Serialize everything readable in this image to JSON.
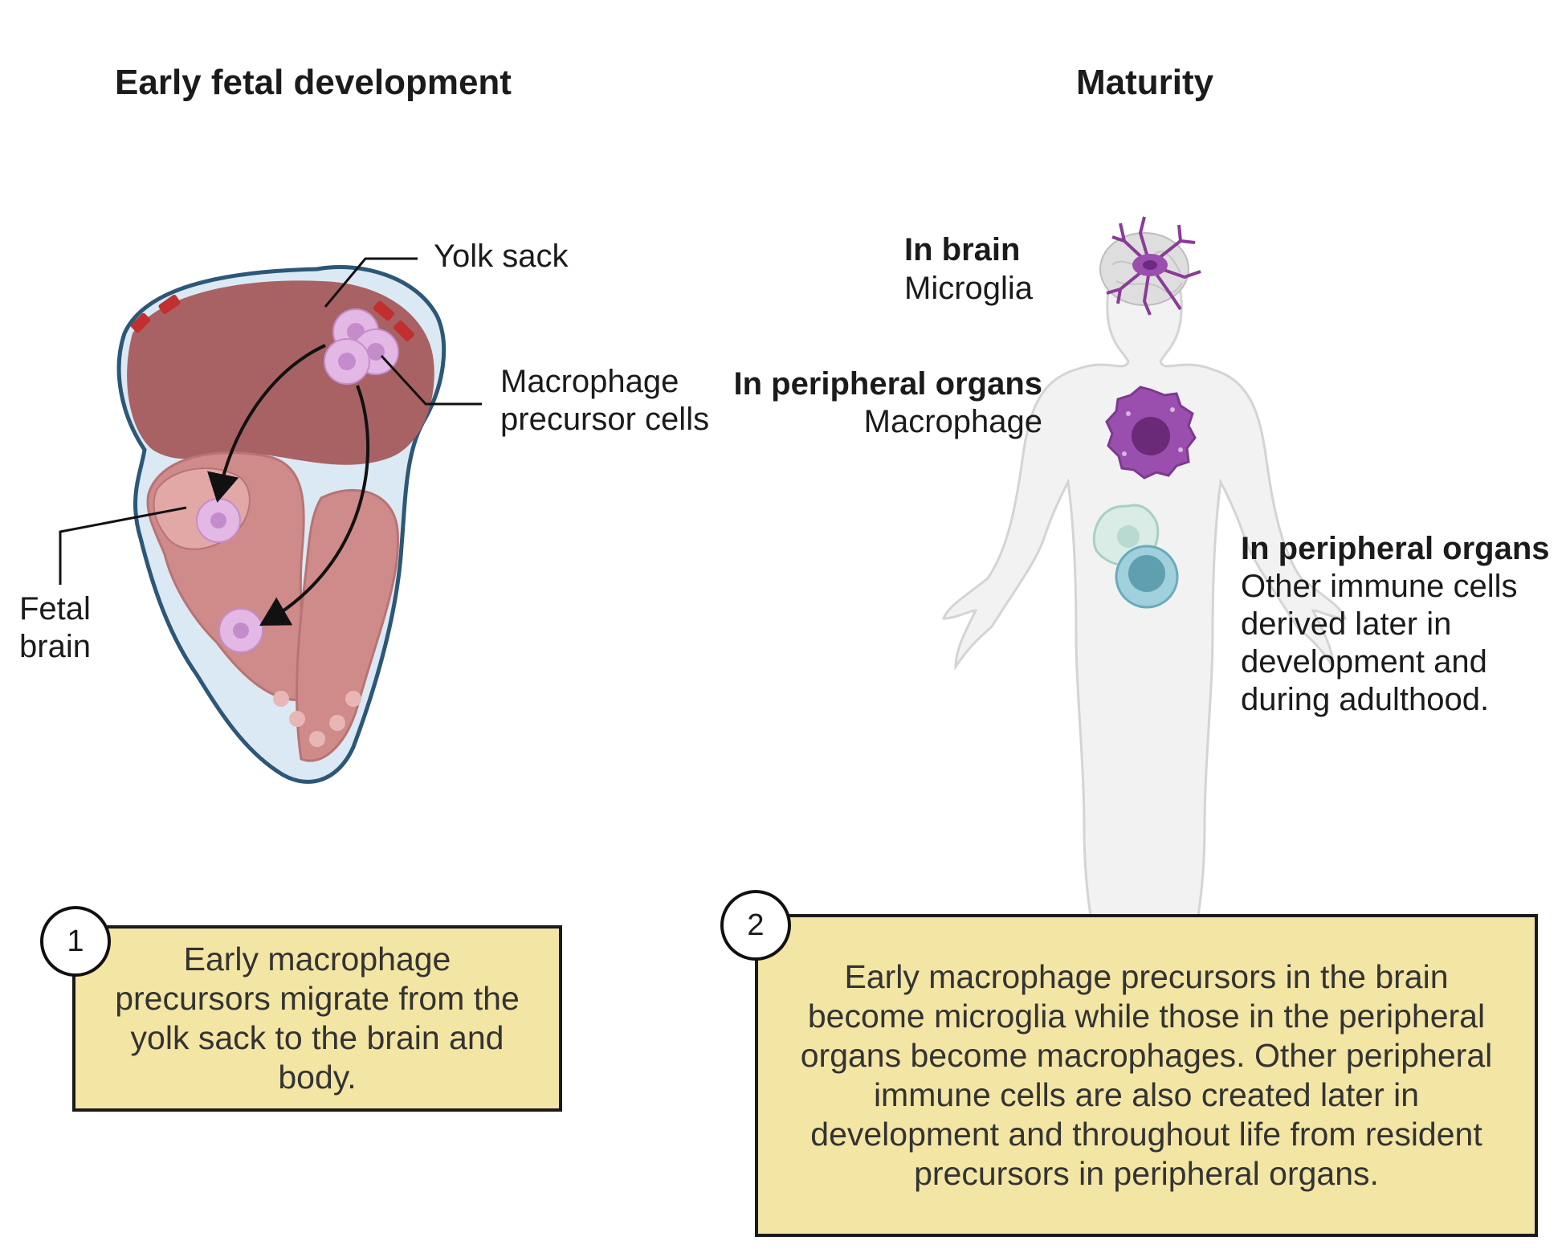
{
  "left_panel": {
    "title": "Early fetal development",
    "labels": {
      "yolk_sack": "Yolk sack",
      "precursor_line1": "Macrophage",
      "precursor_line2": "precursor cells",
      "fetal_line1": "Fetal",
      "fetal_line2": "brain"
    },
    "step_number": "1",
    "step_text": "Early macrophage precursors migrate from the yolk sack to the brain and body."
  },
  "right_panel": {
    "title": "Maturity",
    "brain": {
      "heading": "In brain",
      "cell": "Microglia"
    },
    "organs": {
      "heading": "In peripheral organs",
      "cell": "Macrophage"
    },
    "other": {
      "heading": "In peripheral organs",
      "lines": [
        "Other immune cells",
        "derived later in",
        "development and",
        "during adulthood."
      ]
    },
    "step_number": "2",
    "step_text": "Early macrophage precursors in the brain become microglia while those in the peripheral organs become macrophages. Other peripheral immune cells are also created later in development and throughout life from resident precursors in peripheral organs."
  },
  "colors": {
    "yolk": "#a86264",
    "membrane": "#dbe9f5",
    "outline": "#2d5777",
    "embryo": "#cf8b8a",
    "cell": "#e3b8e5",
    "box": "#f3e5a4",
    "body": "#f2f2f2"
  },
  "icons": [
    "embryo-illustration",
    "human-body-illustration",
    "microglia-icon",
    "macrophage-icon",
    "immune-cell-icon",
    "brain-icon"
  ]
}
